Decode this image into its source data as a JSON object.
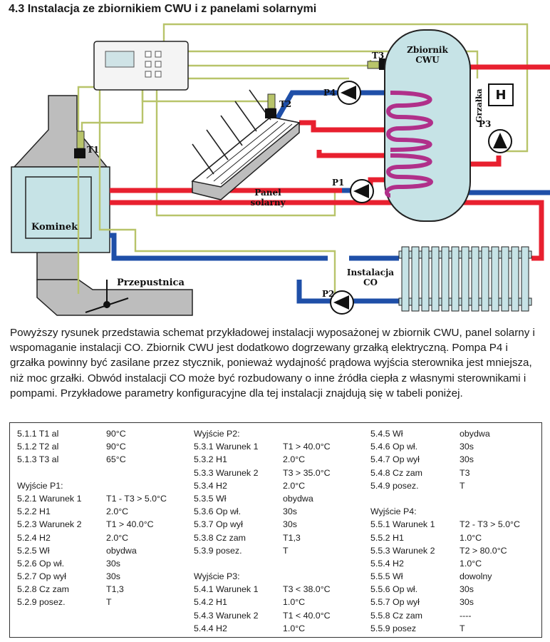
{
  "heading": "4.3 Instalacja ze zbiornikiem CWU i z panelami solarnymi",
  "diagram": {
    "labels": {
      "t1": "T1",
      "t2": "T2",
      "t3": "T3",
      "p1": "P1",
      "p2": "P2",
      "p3": "P3",
      "p4": "P4",
      "tank_line1": "Zbiornik",
      "tank_line2": "CWU",
      "grzalka": "Grzałka",
      "heater_symbol": "H",
      "panel_line1": "Panel",
      "panel_line2": "solarny",
      "kominek": "Kominek",
      "przepustnica": "Przepustnica",
      "co_line1": "Instalacja",
      "co_line2": "CO"
    },
    "colors": {
      "hot": "#e8202f",
      "cold": "#1f4fa8",
      "wire": "#b8c46a",
      "body": "#c6e3e6"
    }
  },
  "paragraph": "Powyższy rysunek przedstawia schemat przykładowej instalacji wyposażonej w zbiornik CWU, panel solarny i wspomaganie instalacji CO. Zbiornik CWU jest dodatkowo dogrzewany grzałką elektryczną. Pompa P4 i grzałka powinny być zasilane przez stycznik, ponieważ wydajność prądowa wyjścia sterownika jest mniejsza, niż moc grzałki. Obwód instalacji CO może być rozbudowany o inne źródła ciepła z własnymi sterownikami i pompami. Przykładowe parametry konfiguracyjne dla tej instalacji znajdują się w tabeli poniżej.",
  "params": {
    "col1": [
      {
        "k": "5.1.1 T1 al",
        "v": "90°C"
      },
      {
        "k": "5.1.2 T2 al",
        "v": "90°C"
      },
      {
        "k": "5.1.3 T3 al",
        "v": "65°C"
      },
      {
        "k": "",
        "v": ""
      },
      {
        "k": "Wyjście P1:",
        "v": ""
      },
      {
        "k": "5.2.1 Warunek 1",
        "v": "T1 - T3 > 5.0°C"
      },
      {
        "k": "5.2.2 H1",
        "v": "2.0°C"
      },
      {
        "k": "5.2.3 Warunek 2",
        "v": "T1 > 40.0°C"
      },
      {
        "k": "5.2.4 H2",
        "v": "2.0°C"
      },
      {
        "k": "5.2.5 Wł",
        "v": "obydwa"
      },
      {
        "k": "5.2.6 Op wł.",
        "v": "30s"
      },
      {
        "k": "5.2.7 Op wył",
        "v": "30s"
      },
      {
        "k": "5.2.8 Cz zam",
        "v": "T1,3"
      },
      {
        "k": "5.2.9 posez.",
        "v": "T"
      }
    ],
    "col2": [
      {
        "k": "Wyjście P2:",
        "v": ""
      },
      {
        "k": "5.3.1 Warunek 1",
        "v": "T1 > 40.0°C"
      },
      {
        "k": "5.3.2 H1",
        "v": "2.0°C"
      },
      {
        "k": "5.3.3 Warunek 2",
        "v": "T3 > 35.0°C"
      },
      {
        "k": "5.3.4 H2",
        "v": "2.0°C"
      },
      {
        "k": "5.3.5 Wł",
        "v": "obydwa"
      },
      {
        "k": "5.3.6 Op wł.",
        "v": "30s"
      },
      {
        "k": "5.3.7 Op wył",
        "v": "30s"
      },
      {
        "k": "5.3.8 Cz zam",
        "v": "T1,3"
      },
      {
        "k": "5.3.9 posez.",
        "v": "T"
      },
      {
        "k": "",
        "v": ""
      },
      {
        "k": "Wyjście P3:",
        "v": ""
      },
      {
        "k": "5.4.1 Warunek 1",
        "v": "T3 < 38.0°C"
      },
      {
        "k": "5.4.2 H1",
        "v": "1.0°C"
      },
      {
        "k": "5.4.3 Warunek 2",
        "v": "T1 < 40.0°C"
      },
      {
        "k": "5.4.4 H2",
        "v": "1.0°C"
      }
    ],
    "col3": [
      {
        "k": "5.4.5 Wł",
        "v": "obydwa"
      },
      {
        "k": "5.4.6 Op wł.",
        "v": "30s"
      },
      {
        "k": "5.4.7 Op wył",
        "v": "30s"
      },
      {
        "k": "5.4.8 Cz zam",
        "v": "T3"
      },
      {
        "k": "5.4.9 posez.",
        "v": "T"
      },
      {
        "k": "",
        "v": ""
      },
      {
        "k": "Wyjście P4:",
        "v": ""
      },
      {
        "k": "5.5.1 Warunek 1",
        "v": "T2 - T3 > 5.0°C"
      },
      {
        "k": "5.5.2 H1",
        "v": "1.0°C"
      },
      {
        "k": "5.5.3 Warunek 2",
        "v": "T2 > 80.0°C"
      },
      {
        "k": "5.5.4 H2",
        "v": "1.0°C"
      },
      {
        "k": "5.5.5 Wł",
        "v": "dowolny"
      },
      {
        "k": "5.5.6 Op wł.",
        "v": "30s"
      },
      {
        "k": "5.5.7 Op wył",
        "v": "30s"
      },
      {
        "k": "5.5.8 Cz zam",
        "v": "----"
      },
      {
        "k": "5.5.9 posez",
        "v": "T"
      }
    ]
  }
}
